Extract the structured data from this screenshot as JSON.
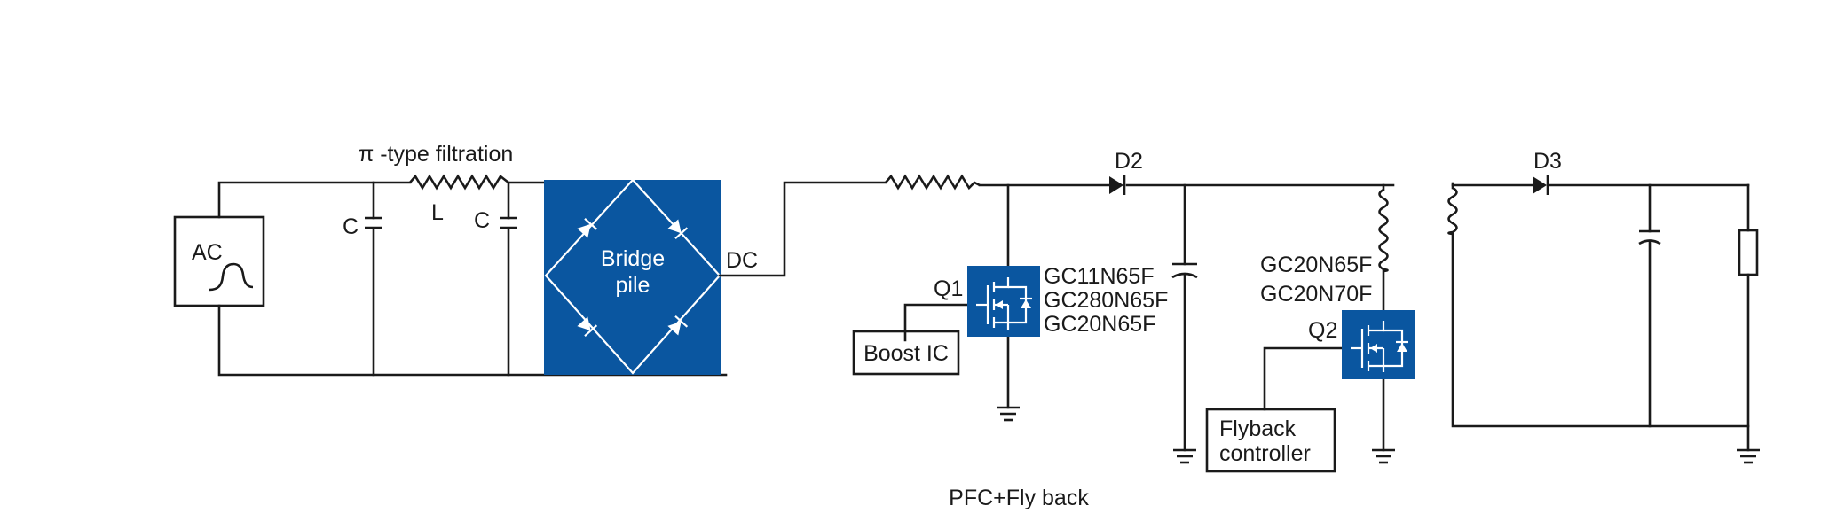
{
  "labels": {
    "filter_title": "π -type filtration",
    "ac": "AC",
    "cap1": "C",
    "inductor": "L",
    "cap2": "C",
    "bridge_line1": "Bridge",
    "bridge_line2": "pile",
    "dc": "DC",
    "d2": "D2",
    "q1": "Q1",
    "q1_parts": [
      "GC11N65F",
      "GC280N65F",
      "GC20N65F"
    ],
    "boost_ic": "Boost IC",
    "q2": "Q2",
    "q2_parts": [
      "GC20N65F",
      "GC20N70F"
    ],
    "flyback_line1": "Flyback",
    "flyback_line2": "controller",
    "d3": "D3",
    "caption": "PFC+Fly back"
  },
  "colors": {
    "accent": "#0a56a0",
    "line": "#1a1a1a"
  },
  "icons": {
    "ac_source": "sine-wave-icon",
    "diode": "diode-icon",
    "mosfet": "mosfet-icon",
    "ground": "ground-icon"
  }
}
